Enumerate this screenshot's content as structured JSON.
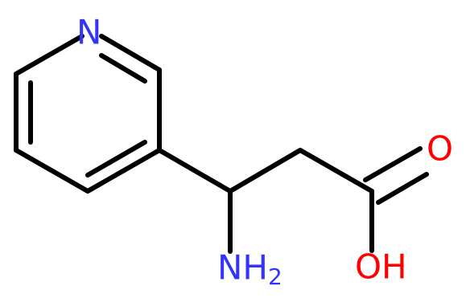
{
  "molecule": {
    "atoms": {
      "nitrogen_ring": "N",
      "carbonyl_oxygen": "O",
      "hydroxyl": "OH",
      "amine_main": "NH",
      "amine_subscript": "2"
    }
  },
  "colors": {
    "bond": "#000000",
    "nitrogen": "#3333ff",
    "oxygen": "#ff0000",
    "background": "#ffffff"
  }
}
